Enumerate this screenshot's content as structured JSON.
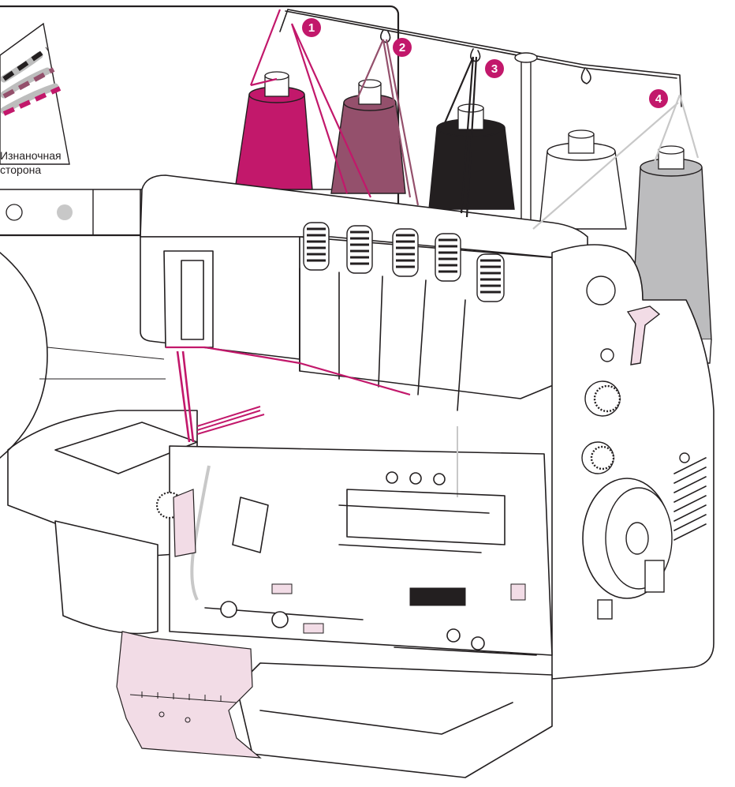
{
  "inset": {
    "label_line1": "Изнаночная",
    "label_line2": "сторона"
  },
  "callouts": [
    {
      "number": "1",
      "color": "#c2186b"
    },
    {
      "number": "2",
      "color": "#c2186b"
    },
    {
      "number": "3",
      "color": "#c2186b"
    },
    {
      "number": "4",
      "color": "#c2186b"
    }
  ],
  "thread_colors": {
    "spool1": "#c2186b",
    "spool2": "#94506c",
    "spool3": "#231f20",
    "spool4": "#ffffff",
    "spool5": "#bcbcbe"
  },
  "accent_pink": "#f2dce6",
  "icons": [
    "thread-stand-icon",
    "spool-icon",
    "tension-dial-icon",
    "handwheel-icon",
    "pressure-lever-icon",
    "looper-cover-icon"
  ]
}
